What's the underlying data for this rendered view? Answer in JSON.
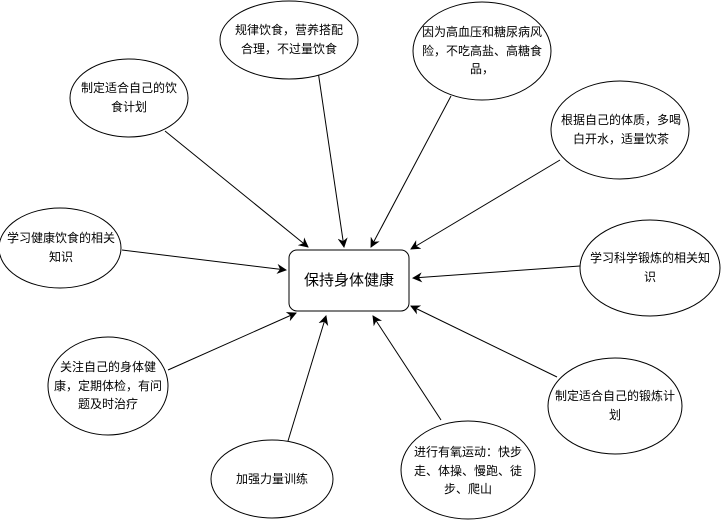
{
  "center": {
    "label": "保持身体健康"
  },
  "nodes": [
    {
      "id": "n1",
      "label": "规律饮食，营养搭配合理，不过量饮食"
    },
    {
      "id": "n2",
      "label": "因为高血压和糖尿病风险，不吃高盐、高糖食品，"
    },
    {
      "id": "n3",
      "label": "制定适合自己的饮食计划"
    },
    {
      "id": "n4",
      "label": "根据自己的体质，多喝白开水，适量饮茶"
    },
    {
      "id": "n5",
      "label": "学习健康饮食的相关知识"
    },
    {
      "id": "n6",
      "label": "学习科学锻炼的相关知识"
    },
    {
      "id": "n7",
      "label": "关注自己的身体健康，定期体检，有问题及时治疗"
    },
    {
      "id": "n8",
      "label": "制定适合自己的锻炼计划"
    },
    {
      "id": "n9",
      "label": "进行有氧运动：快步走、体操、慢跑、徒步、爬山"
    },
    {
      "id": "n10",
      "label": "加强力量训练"
    }
  ]
}
